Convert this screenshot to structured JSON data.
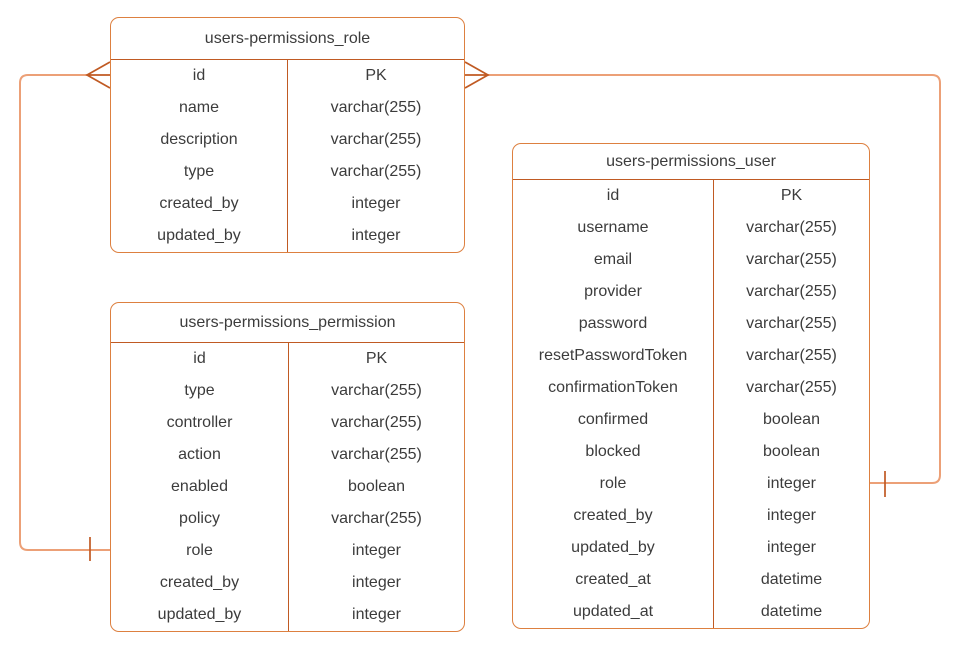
{
  "colors": {
    "table_border": "#DD8040",
    "divider": "#C05A23",
    "connector": "#ECA077",
    "connector_accent": "#C05A23",
    "text": "#3C3C3C",
    "background": "#FFFFFF"
  },
  "tables": {
    "role": {
      "title": "users-permissions_role",
      "rows": [
        {
          "field": "id",
          "type": "PK"
        },
        {
          "field": "name",
          "type": "varchar(255)"
        },
        {
          "field": "description",
          "type": "varchar(255)"
        },
        {
          "field": "type",
          "type": "varchar(255)"
        },
        {
          "field": "created_by",
          "type": "integer"
        },
        {
          "field": "updated_by",
          "type": "integer"
        }
      ]
    },
    "permission": {
      "title": "users-permissions_permission",
      "rows": [
        {
          "field": "id",
          "type": "PK"
        },
        {
          "field": "type",
          "type": "varchar(255)"
        },
        {
          "field": "controller",
          "type": "varchar(255)"
        },
        {
          "field": "action",
          "type": "varchar(255)"
        },
        {
          "field": "enabled",
          "type": "boolean"
        },
        {
          "field": "policy",
          "type": "varchar(255)"
        },
        {
          "field": "role",
          "type": "integer"
        },
        {
          "field": "created_by",
          "type": "integer"
        },
        {
          "field": "updated_by",
          "type": "integer"
        }
      ]
    },
    "user": {
      "title": "users-permissions_user",
      "rows": [
        {
          "field": "id",
          "type": "PK"
        },
        {
          "field": "username",
          "type": "varchar(255)"
        },
        {
          "field": "email",
          "type": "varchar(255)"
        },
        {
          "field": "provider",
          "type": "varchar(255)"
        },
        {
          "field": "password",
          "type": "varchar(255)"
        },
        {
          "field": "resetPasswordToken",
          "type": "varchar(255)"
        },
        {
          "field": "confirmationToken",
          "type": "varchar(255)"
        },
        {
          "field": "confirmed",
          "type": "boolean"
        },
        {
          "field": "blocked",
          "type": "boolean"
        },
        {
          "field": "role",
          "type": "integer"
        },
        {
          "field": "created_by",
          "type": "integer"
        },
        {
          "field": "updated_by",
          "type": "integer"
        },
        {
          "field": "created_at",
          "type": "datetime"
        },
        {
          "field": "updated_at",
          "type": "datetime"
        }
      ]
    }
  },
  "relationships": [
    {
      "from": "users-permissions_role.id",
      "from_end": "many-crow-foot",
      "to": "users-permissions_permission.role",
      "to_end": "one-tick"
    },
    {
      "from": "users-permissions_role.id",
      "from_end": "many-crow-foot",
      "to": "users-permissions_user.role",
      "to_end": "one-tick"
    }
  ]
}
